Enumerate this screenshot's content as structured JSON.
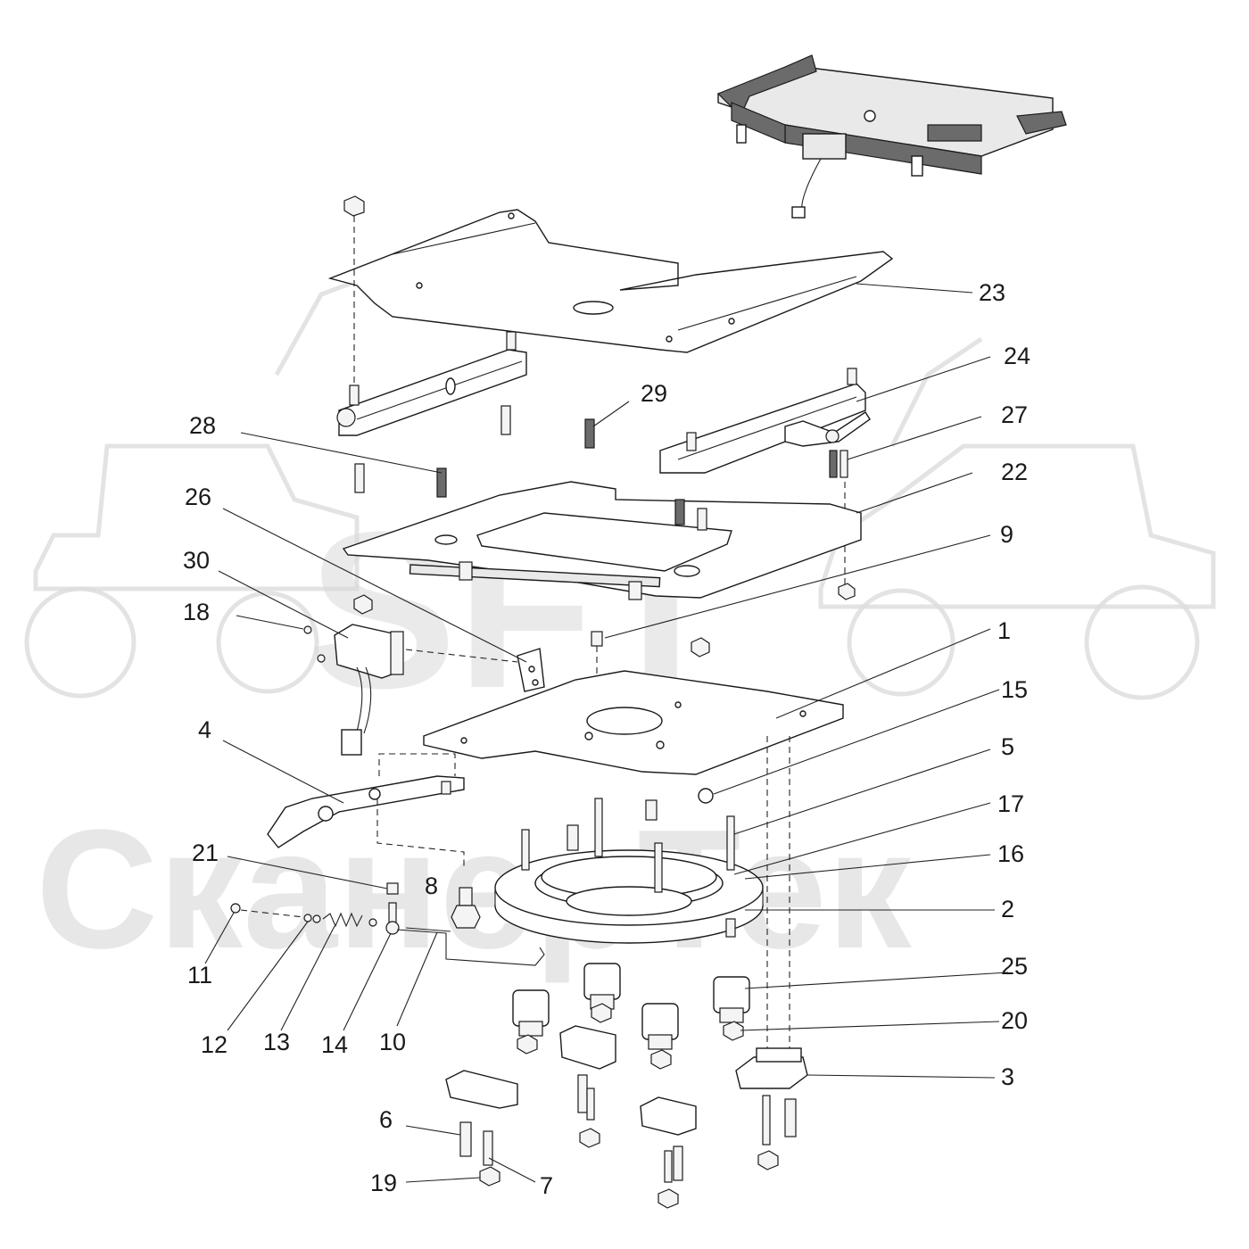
{
  "watermark": {
    "logo_text": "SFT",
    "brand_text": "СканерТек",
    "color": "#d6d6d6"
  },
  "callouts": [
    {
      "id": "1",
      "label": "1"
    },
    {
      "id": "2",
      "label": "2"
    },
    {
      "id": "3",
      "label": "3"
    },
    {
      "id": "4",
      "label": "4"
    },
    {
      "id": "5",
      "label": "5"
    },
    {
      "id": "6",
      "label": "6"
    },
    {
      "id": "7",
      "label": "7"
    },
    {
      "id": "8",
      "label": "8"
    },
    {
      "id": "9",
      "label": "9"
    },
    {
      "id": "10",
      "label": "10"
    },
    {
      "id": "11",
      "label": "11"
    },
    {
      "id": "12",
      "label": "12"
    },
    {
      "id": "13",
      "label": "13"
    },
    {
      "id": "14",
      "label": "14"
    },
    {
      "id": "15",
      "label": "15"
    },
    {
      "id": "16",
      "label": "16"
    },
    {
      "id": "17",
      "label": "17"
    },
    {
      "id": "18",
      "label": "18"
    },
    {
      "id": "19",
      "label": "19"
    },
    {
      "id": "20",
      "label": "20"
    },
    {
      "id": "21",
      "label": "21"
    },
    {
      "id": "22",
      "label": "22"
    },
    {
      "id": "23",
      "label": "23"
    },
    {
      "id": "24",
      "label": "24"
    },
    {
      "id": "25",
      "label": "25"
    },
    {
      "id": "26",
      "label": "26"
    },
    {
      "id": "27",
      "label": "27"
    },
    {
      "id": "28",
      "label": "28"
    },
    {
      "id": "29",
      "label": "29"
    },
    {
      "id": "30",
      "label": "30"
    }
  ]
}
